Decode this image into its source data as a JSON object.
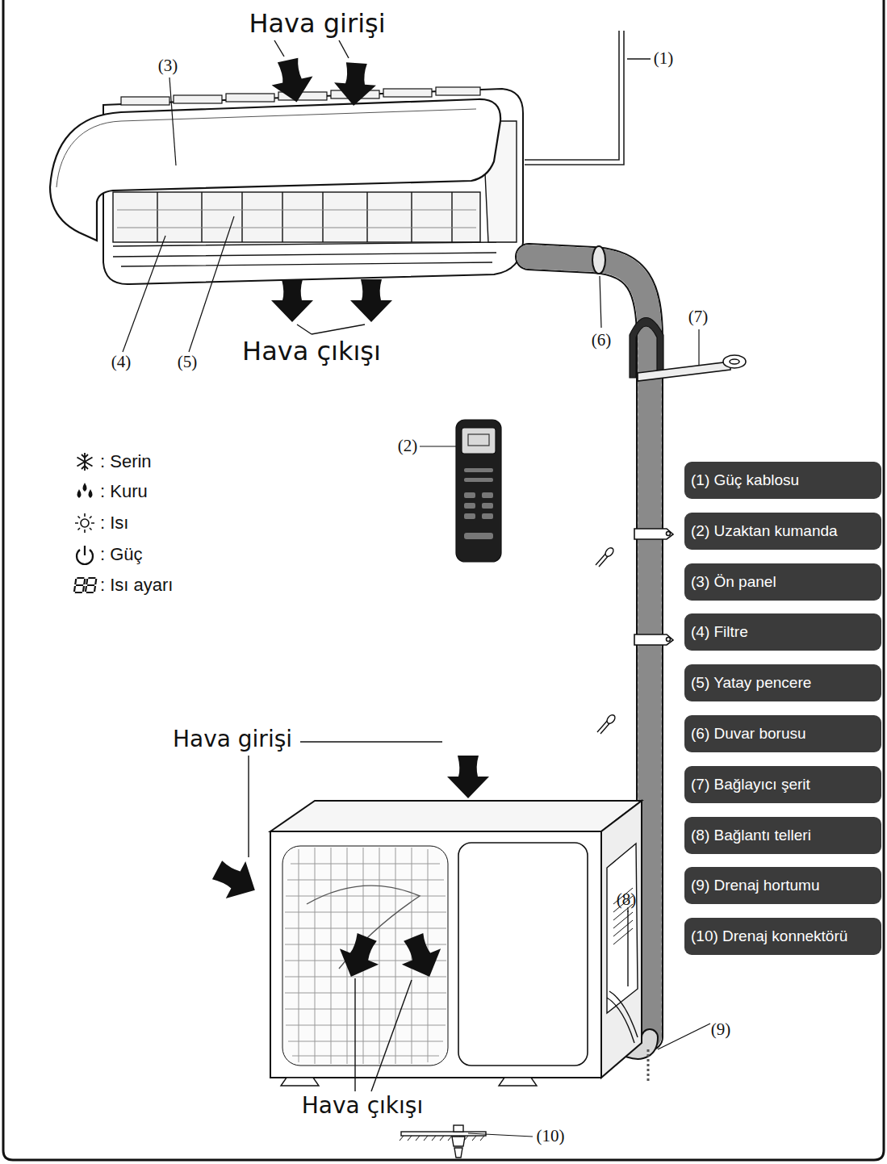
{
  "diagram": {
    "nodes": [
      {
        "text": [
          "(1) Güç kablosu"
        ]
      },
      {
        "text": [
          "(2) Uzaktan kumanda"
        ]
      },
      {
        "text": [
          "(3) Ön panel"
        ]
      },
      {
        "text": [
          "(4) Filtre"
        ]
      },
      {
        "text": [
          "(5) Yatay pencere"
        ]
      },
      {
        "text": [
          "(6) Duvar borusu"
        ]
      },
      {
        "text": [
          "(7) Bağlayıcı şerit"
        ]
      },
      {
        "text": [
          "(8) Bağlantı telleri"
        ]
      },
      {
        "text": [
          "(9) Drenaj hortumu"
        ]
      },
      {
        "text": [
          "(10) Drenaj konnektörü"
        ]
      }
    ],
    "labels": [
      "Hava girişi",
      "(3)",
      "(1)",
      "(4)",
      "(5)",
      "Hava çıkışı",
      "(6)",
      "(7)",
      "(2)",
      "Hava girişi",
      "(8)",
      "(9)",
      "Hava çıkışı",
      "(10)"
    ],
    "legend": [
      {
        "text": ": Serin"
      },
      {
        "text": ": Kuru"
      },
      {
        "text": ": Isı"
      },
      {
        "text": ": Güç"
      },
      {
        "text": ": Isı ayarı"
      }
    ]
  }
}
